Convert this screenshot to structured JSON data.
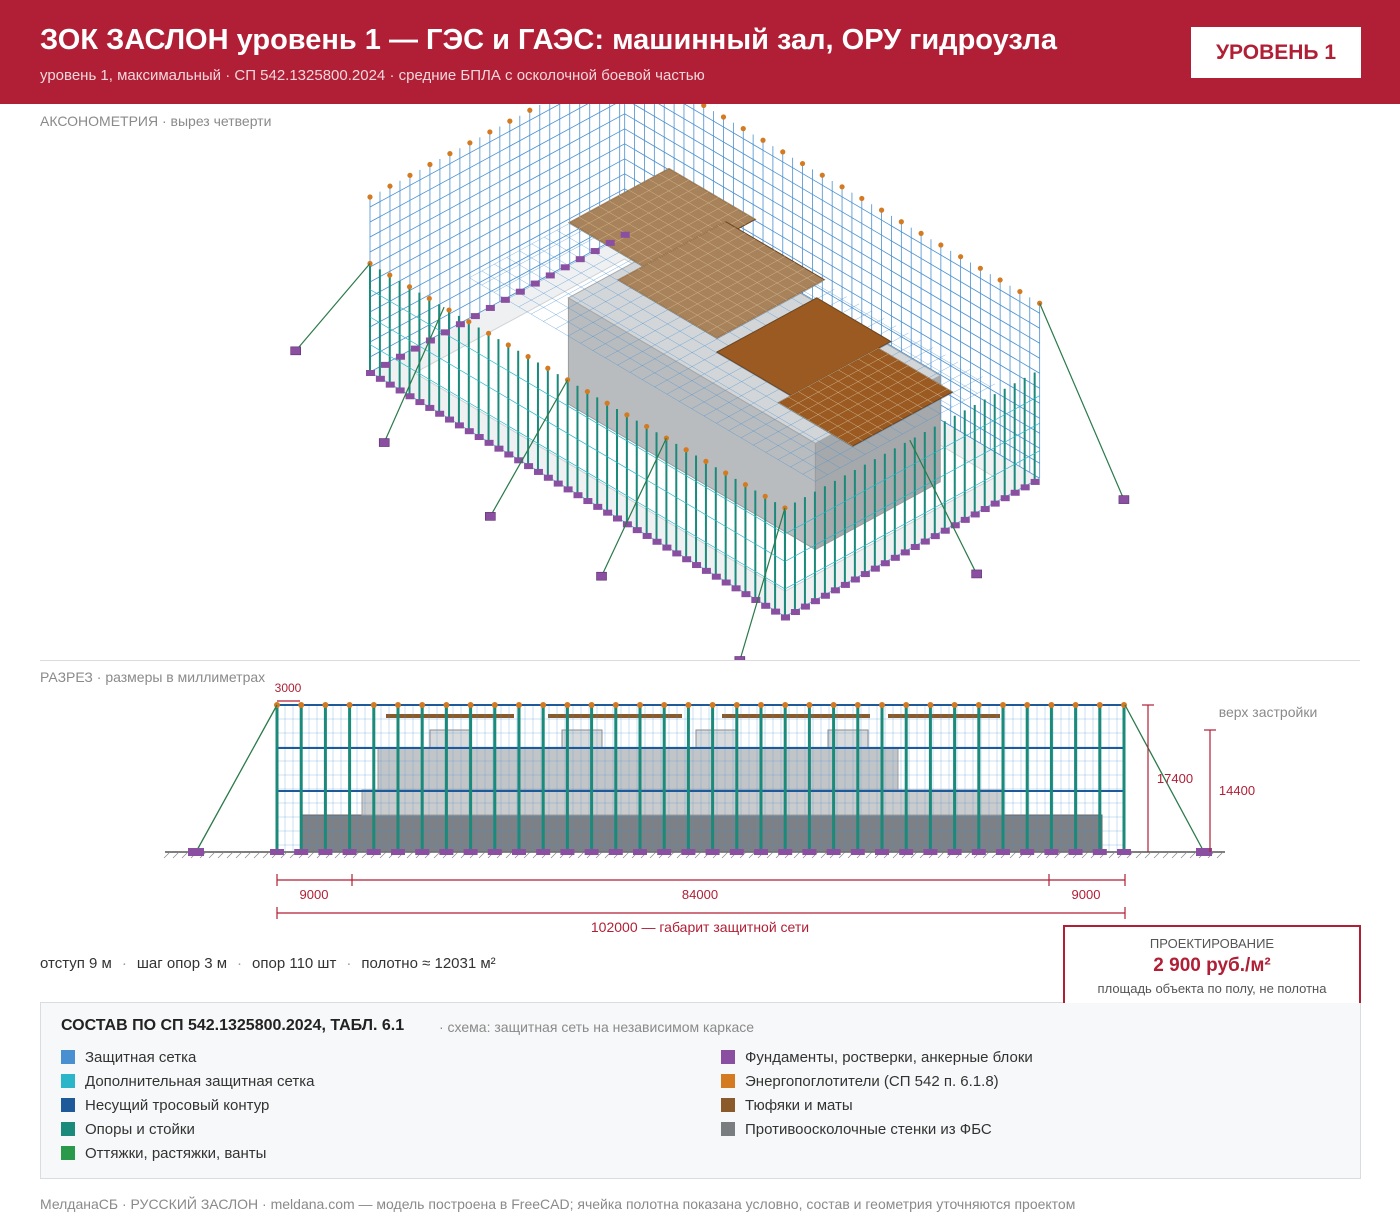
{
  "header": {
    "title": "ЗОК ЗАСЛОН уровень 1 — ГЭС и ГАЭС: машинный зал, ОРУ гидроузла",
    "subtitle": "уровень 1, максимальный · СП 542.1325800.2024 · средние БПЛА с осколочной боевой частью",
    "badge": "УРОВЕНЬ 1"
  },
  "axonometry": {
    "label": "АКСОНОМЕТРИЯ",
    "note": "· вырез четверти"
  },
  "section": {
    "label": "РАЗРЕЗ",
    "note": "· размеры в миллиметрах",
    "dims": {
      "top_spacing": "3000",
      "offset_left": "9000",
      "span": "84000",
      "offset_right": "9000",
      "overall": "102000 — габарит защитной сети",
      "height_net": "17400",
      "height_building": "14400",
      "top_of_building": "верх застройки"
    }
  },
  "stats": {
    "offset": "отступ 9 м",
    "step": "шаг опор 3 м",
    "supports": "опор 110 шт",
    "fabric": "полотно ≈ 12031 м²"
  },
  "price": {
    "label": "ПРОЕКТИРОВАНИЕ",
    "value": "2 900 руб./м²",
    "note": "площадь объекта по полу, не полотна"
  },
  "legend": {
    "title": "СОСТАВ ПО СП 542.1325800.2024, ТАБЛ. 6.1",
    "subtitle": "· схема: защитная сеть на независимом каркасе",
    "left": [
      {
        "label": "Защитная сетка",
        "color": "#4a90d0"
      },
      {
        "label": "Дополнительная защитная сетка",
        "color": "#2bb5c8"
      },
      {
        "label": "Несущий тросовый контур",
        "color": "#1e5a9a"
      },
      {
        "label": "Опоры и стойки",
        "color": "#1a8a7a"
      },
      {
        "label": "Оттяжки, растяжки, ванты",
        "color": "#2a9a4a"
      }
    ],
    "right": [
      {
        "label": "Фундаменты, ростверки, анкерные блоки",
        "color": "#8a4fa0"
      },
      {
        "label": "Энергопоглотители (СП 542 п. 6.1.8)",
        "color": "#d47a20"
      },
      {
        "label": "Тюфяки и маты",
        "color": "#8a5a2a"
      },
      {
        "label": "Противоосколочные стенки из ФБС",
        "color": "#7a7d80"
      }
    ]
  },
  "footer": "МелданаСБ · РУССКИЙ ЗАСЛОН · meldana.com — модель построена в FreeCAD; ячейка полотна показана условно, состав и геометрия уточняются проектом"
}
